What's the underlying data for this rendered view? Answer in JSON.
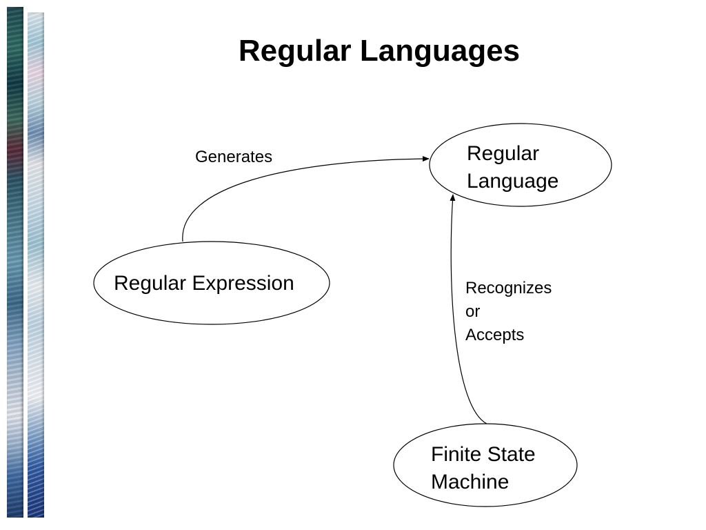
{
  "title": "Regular Languages",
  "nodes": {
    "regular_language": {
      "lines": [
        "Regular",
        "Language"
      ]
    },
    "regular_expression": {
      "lines": [
        "Regular Expression"
      ]
    },
    "finite_state_machine": {
      "lines": [
        "Finite State",
        "Machine"
      ]
    }
  },
  "edges": {
    "generates": {
      "lines": [
        "Generates"
      ]
    },
    "recognizes": {
      "lines": [
        "Recognizes",
        "or",
        "Accepts"
      ]
    }
  }
}
